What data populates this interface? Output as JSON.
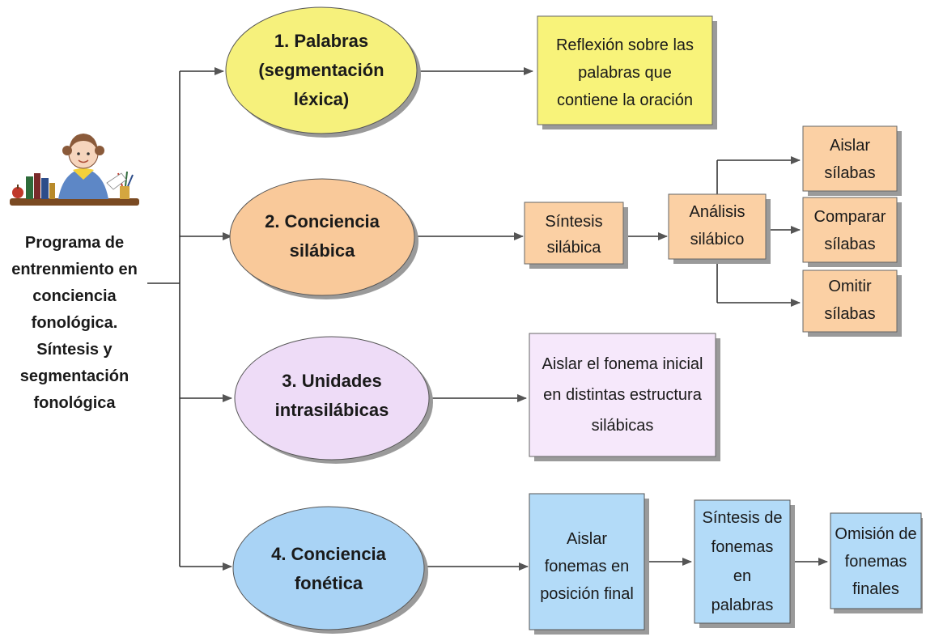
{
  "root": {
    "lines": [
      "Programa de",
      "entrenmiento en",
      "conciencia",
      "fonológica.",
      "Síntesis y",
      "segmentación",
      "fonológica"
    ]
  },
  "levels": [
    {
      "id": "palabras",
      "lines": [
        "1. Palabras",
        "(segmentación",
        "léxica)"
      ],
      "color": "#f6f17c"
    },
    {
      "id": "silabica",
      "lines": [
        "2. Conciencia",
        "silábica"
      ],
      "color": "#f9c99a"
    },
    {
      "id": "intrasilabicas",
      "lines": [
        "3. Unidades",
        "intrasilábicas"
      ],
      "color": "#eedcf7"
    },
    {
      "id": "fonetica",
      "lines": [
        "4. Conciencia",
        "fonética"
      ],
      "color": "#a9d3f5"
    }
  ],
  "boxes": {
    "reflexion": {
      "lines": [
        "Reflexión sobre las",
        "palabras que",
        "contiene la oración"
      ],
      "color": "#f8f37a"
    },
    "sintesis_silabica": {
      "lines": [
        "Síntesis",
        "silábica"
      ],
      "color": "#fbd0a4"
    },
    "analisis_silabico": {
      "lines": [
        "Análisis",
        "silábico"
      ],
      "color": "#fbd0a4"
    },
    "aislar_silabas": {
      "lines": [
        "Aislar",
        "sílabas"
      ],
      "color": "#fbd0a4"
    },
    "comparar_silabas": {
      "lines": [
        "Comparar",
        "sílabas"
      ],
      "color": "#fbd0a4"
    },
    "omitir_silabas": {
      "lines": [
        "Omitir",
        "sílabas"
      ],
      "color": "#fbd0a4"
    },
    "aislar_fonema_inicial": {
      "lines": [
        "Aislar el fonema inicial",
        "en distintas estructura",
        "silábicas"
      ],
      "color": "#f6e8fb"
    },
    "aislar_fonemas_final": {
      "lines": [
        "Aislar",
        "fonemas en",
        "posición final"
      ],
      "color": "#b3dbf8"
    },
    "sintesis_fonemas": {
      "lines": [
        "Síntesis de",
        "fonemas",
        "en",
        "palabras"
      ],
      "color": "#b3dbf8"
    },
    "omision_fonemas": {
      "lines": [
        "Omisión de",
        "fonemas",
        "finales"
      ],
      "color": "#b3dbf8"
    }
  },
  "colors": {
    "connector": "#333333",
    "shadow": "#9a9a9a"
  }
}
